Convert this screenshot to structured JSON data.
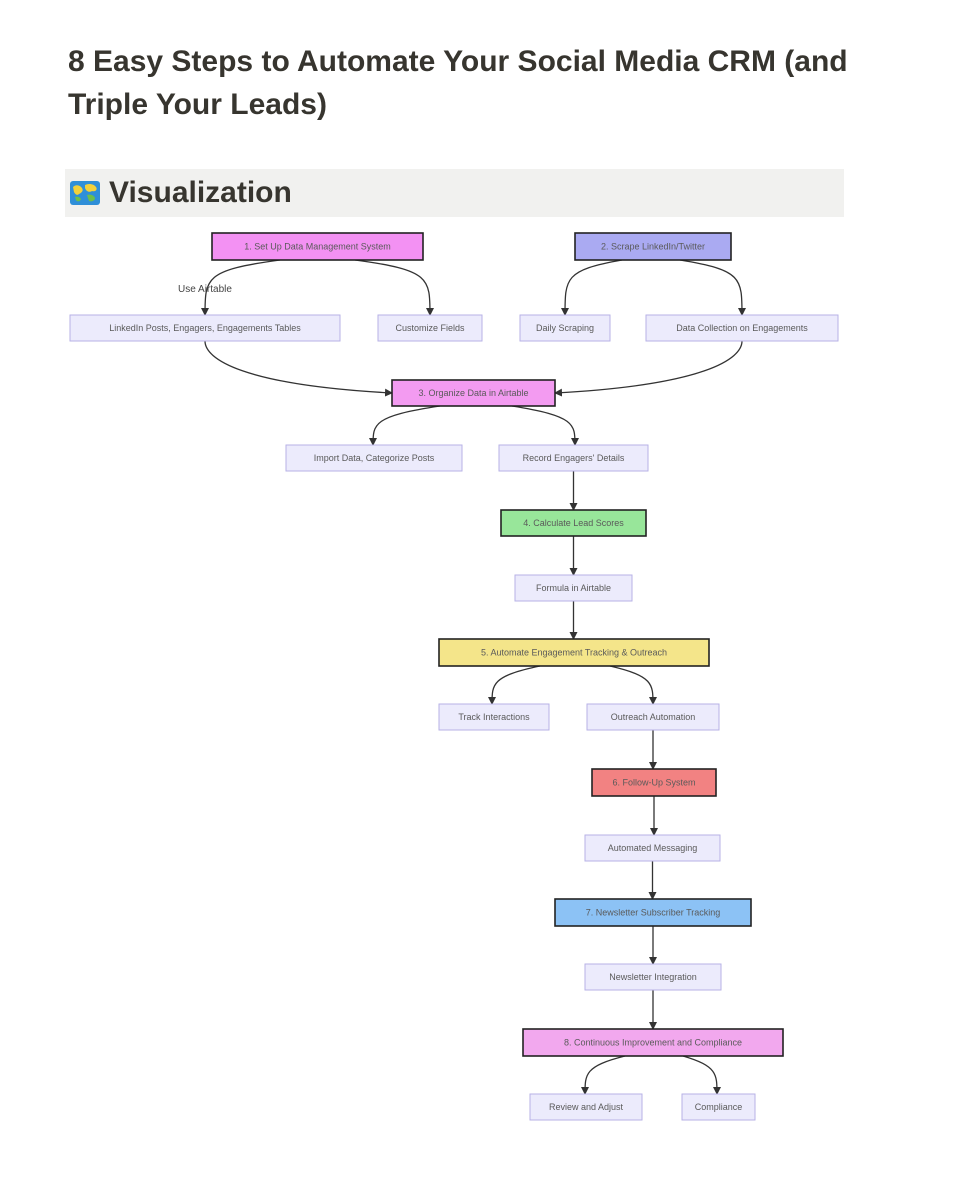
{
  "page": {
    "title": "8 Easy Steps to Automate Your Social Media CRM (and Triple Your Leads)"
  },
  "section": {
    "title": "Visualization",
    "icon": "world-map-icon"
  },
  "diagram": {
    "colors": {
      "step1": "#f391f3",
      "step2": "#aaaaf2",
      "step3": "#f39bf1",
      "step4": "#98e69a",
      "step5": "#f4e58a",
      "step6": "#f28282",
      "step7": "#8cc2f5",
      "step8": "#f2a8ee",
      "sub": "#ecebfc",
      "sub_border": "#b7b2e6",
      "edge": "#333333"
    },
    "nodes": [
      {
        "id": "s1",
        "label": "1. Set Up Data Management System",
        "kind": "step1"
      },
      {
        "id": "s2",
        "label": "2. Scrape LinkedIn/Twitter",
        "kind": "step2"
      },
      {
        "id": "n_tables",
        "label": "LinkedIn Posts, Engagers, Engagements Tables",
        "kind": "sub"
      },
      {
        "id": "n_fields",
        "label": "Customize Fields",
        "kind": "sub"
      },
      {
        "id": "n_daily",
        "label": "Daily Scraping",
        "kind": "sub"
      },
      {
        "id": "n_collect",
        "label": "Data Collection on Engagements",
        "kind": "sub"
      },
      {
        "id": "s3",
        "label": "3. Organize Data in Airtable",
        "kind": "step3"
      },
      {
        "id": "n_import",
        "label": "Import Data, Categorize Posts",
        "kind": "sub"
      },
      {
        "id": "n_record",
        "label": "Record Engagers' Details",
        "kind": "sub"
      },
      {
        "id": "s4",
        "label": "4. Calculate Lead Scores",
        "kind": "step4"
      },
      {
        "id": "n_formula",
        "label": "Formula in Airtable",
        "kind": "sub"
      },
      {
        "id": "s5",
        "label": "5. Automate Engagement Tracking & Outreach",
        "kind": "step5"
      },
      {
        "id": "n_track",
        "label": "Track Interactions",
        "kind": "sub"
      },
      {
        "id": "n_outreach",
        "label": "Outreach Automation",
        "kind": "sub"
      },
      {
        "id": "s6",
        "label": "6. Follow-Up System",
        "kind": "step6"
      },
      {
        "id": "n_msg",
        "label": "Automated Messaging",
        "kind": "sub"
      },
      {
        "id": "s7",
        "label": "7. Newsletter Subscriber Tracking",
        "kind": "step7"
      },
      {
        "id": "n_news",
        "label": "Newsletter Integration",
        "kind": "sub"
      },
      {
        "id": "s8",
        "label": "8. Continuous Improvement and Compliance",
        "kind": "step8"
      },
      {
        "id": "n_review",
        "label": "Review and Adjust",
        "kind": "sub"
      },
      {
        "id": "n_comp",
        "label": "Compliance",
        "kind": "sub"
      }
    ],
    "edges": [
      {
        "from": "s1",
        "to": "n_tables",
        "label": "Use Airtable"
      },
      {
        "from": "s1",
        "to": "n_fields"
      },
      {
        "from": "s2",
        "to": "n_daily"
      },
      {
        "from": "s2",
        "to": "n_collect"
      },
      {
        "from": "n_tables",
        "to": "s3"
      },
      {
        "from": "n_collect",
        "to": "s3"
      },
      {
        "from": "s3",
        "to": "n_import"
      },
      {
        "from": "s3",
        "to": "n_record"
      },
      {
        "from": "n_record",
        "to": "s4"
      },
      {
        "from": "s4",
        "to": "n_formula"
      },
      {
        "from": "n_formula",
        "to": "s5"
      },
      {
        "from": "s5",
        "to": "n_track"
      },
      {
        "from": "s5",
        "to": "n_outreach"
      },
      {
        "from": "n_outreach",
        "to": "s6"
      },
      {
        "from": "s6",
        "to": "n_msg"
      },
      {
        "from": "n_msg",
        "to": "s7"
      },
      {
        "from": "s7",
        "to": "n_news"
      },
      {
        "from": "n_news",
        "to": "s8"
      },
      {
        "from": "s8",
        "to": "n_review"
      },
      {
        "from": "s8",
        "to": "n_comp"
      }
    ]
  }
}
